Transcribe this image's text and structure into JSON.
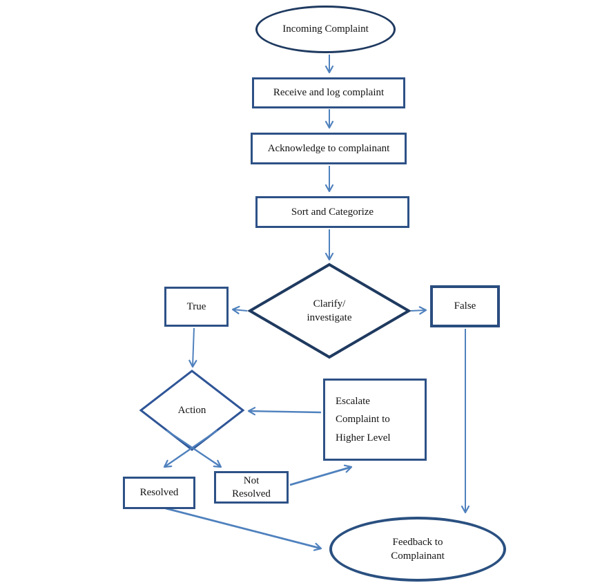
{
  "diagram": {
    "type": "flowchart",
    "subject": "Complaint handling process"
  },
  "colors": {
    "background": "#ffffff",
    "box_border": "#2d5186",
    "decision_border": "#1f3a60",
    "action_decision_border": "#2f5597",
    "ellipse_border": "#1f3a60",
    "arrow": "#4f81bd",
    "text": "#131313"
  },
  "nodes": {
    "incoming_complaint": {
      "shape": "ellipse",
      "lines": [
        "Incoming Complaint"
      ]
    },
    "receive_log": {
      "shape": "rect",
      "lines": [
        "Receive and log complaint"
      ]
    },
    "acknowledge": {
      "shape": "rect",
      "lines": [
        "Acknowledge to complainant"
      ]
    },
    "sort_categorize": {
      "shape": "rect",
      "lines": [
        "Sort and Categorize"
      ]
    },
    "clarify_investigate": {
      "shape": "diamond",
      "lines": [
        "Clarify/",
        "investigate"
      ]
    },
    "true_branch": {
      "shape": "rect",
      "lines": [
        "True"
      ]
    },
    "false_branch": {
      "shape": "rect",
      "lines": [
        "False"
      ]
    },
    "action": {
      "shape": "diamond",
      "lines": [
        "Action"
      ]
    },
    "escalate": {
      "shape": "rect",
      "lines": [
        "Escalate",
        "Complaint to",
        "Higher Level"
      ]
    },
    "resolved": {
      "shape": "rect",
      "lines": [
        "Resolved"
      ]
    },
    "not_resolved": {
      "shape": "rect",
      "lines": [
        "Not",
        "Resolved"
      ]
    },
    "feedback": {
      "shape": "ellipse",
      "lines": [
        "Feedback to",
        "Complainant"
      ]
    }
  },
  "edges": [
    {
      "from": "incoming_complaint",
      "to": "receive_log"
    },
    {
      "from": "receive_log",
      "to": "acknowledge"
    },
    {
      "from": "acknowledge",
      "to": "sort_categorize"
    },
    {
      "from": "sort_categorize",
      "to": "clarify_investigate"
    },
    {
      "from": "clarify_investigate",
      "to": "true_branch"
    },
    {
      "from": "clarify_investigate",
      "to": "false_branch"
    },
    {
      "from": "true_branch",
      "to": "action"
    },
    {
      "from": "false_branch",
      "to": "feedback"
    },
    {
      "from": "escalate",
      "to": "action"
    },
    {
      "from": "action",
      "to": "resolved"
    },
    {
      "from": "action",
      "to": "not_resolved"
    },
    {
      "from": "not_resolved",
      "to": "escalate"
    },
    {
      "from": "resolved",
      "to": "feedback"
    }
  ]
}
